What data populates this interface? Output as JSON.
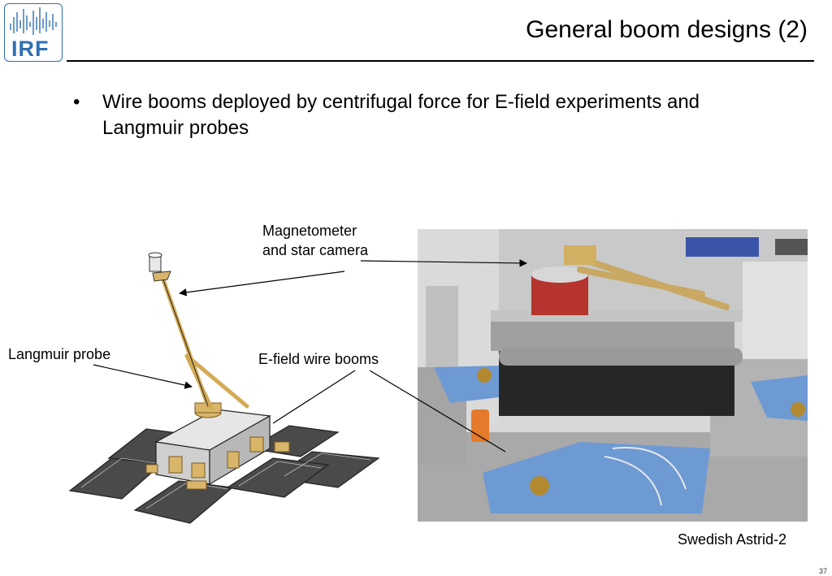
{
  "logo": {
    "text": "IRF",
    "color": "#2f6fb3"
  },
  "header": {
    "title": "General boom designs (2)"
  },
  "bullets": [
    {
      "marker": "•",
      "text": "Wire booms deployed by centrifugal force for E-field experiments and Langmuir probes"
    }
  ],
  "labels": {
    "magnetometer_line1": "Magnetometer",
    "magnetometer_line2": "and star camera",
    "langmuir": "Langmuir probe",
    "efield": "E-field wire booms"
  },
  "photo": {
    "caption": "Swedish Astrid-2"
  },
  "slide": {
    "number": "37"
  }
}
